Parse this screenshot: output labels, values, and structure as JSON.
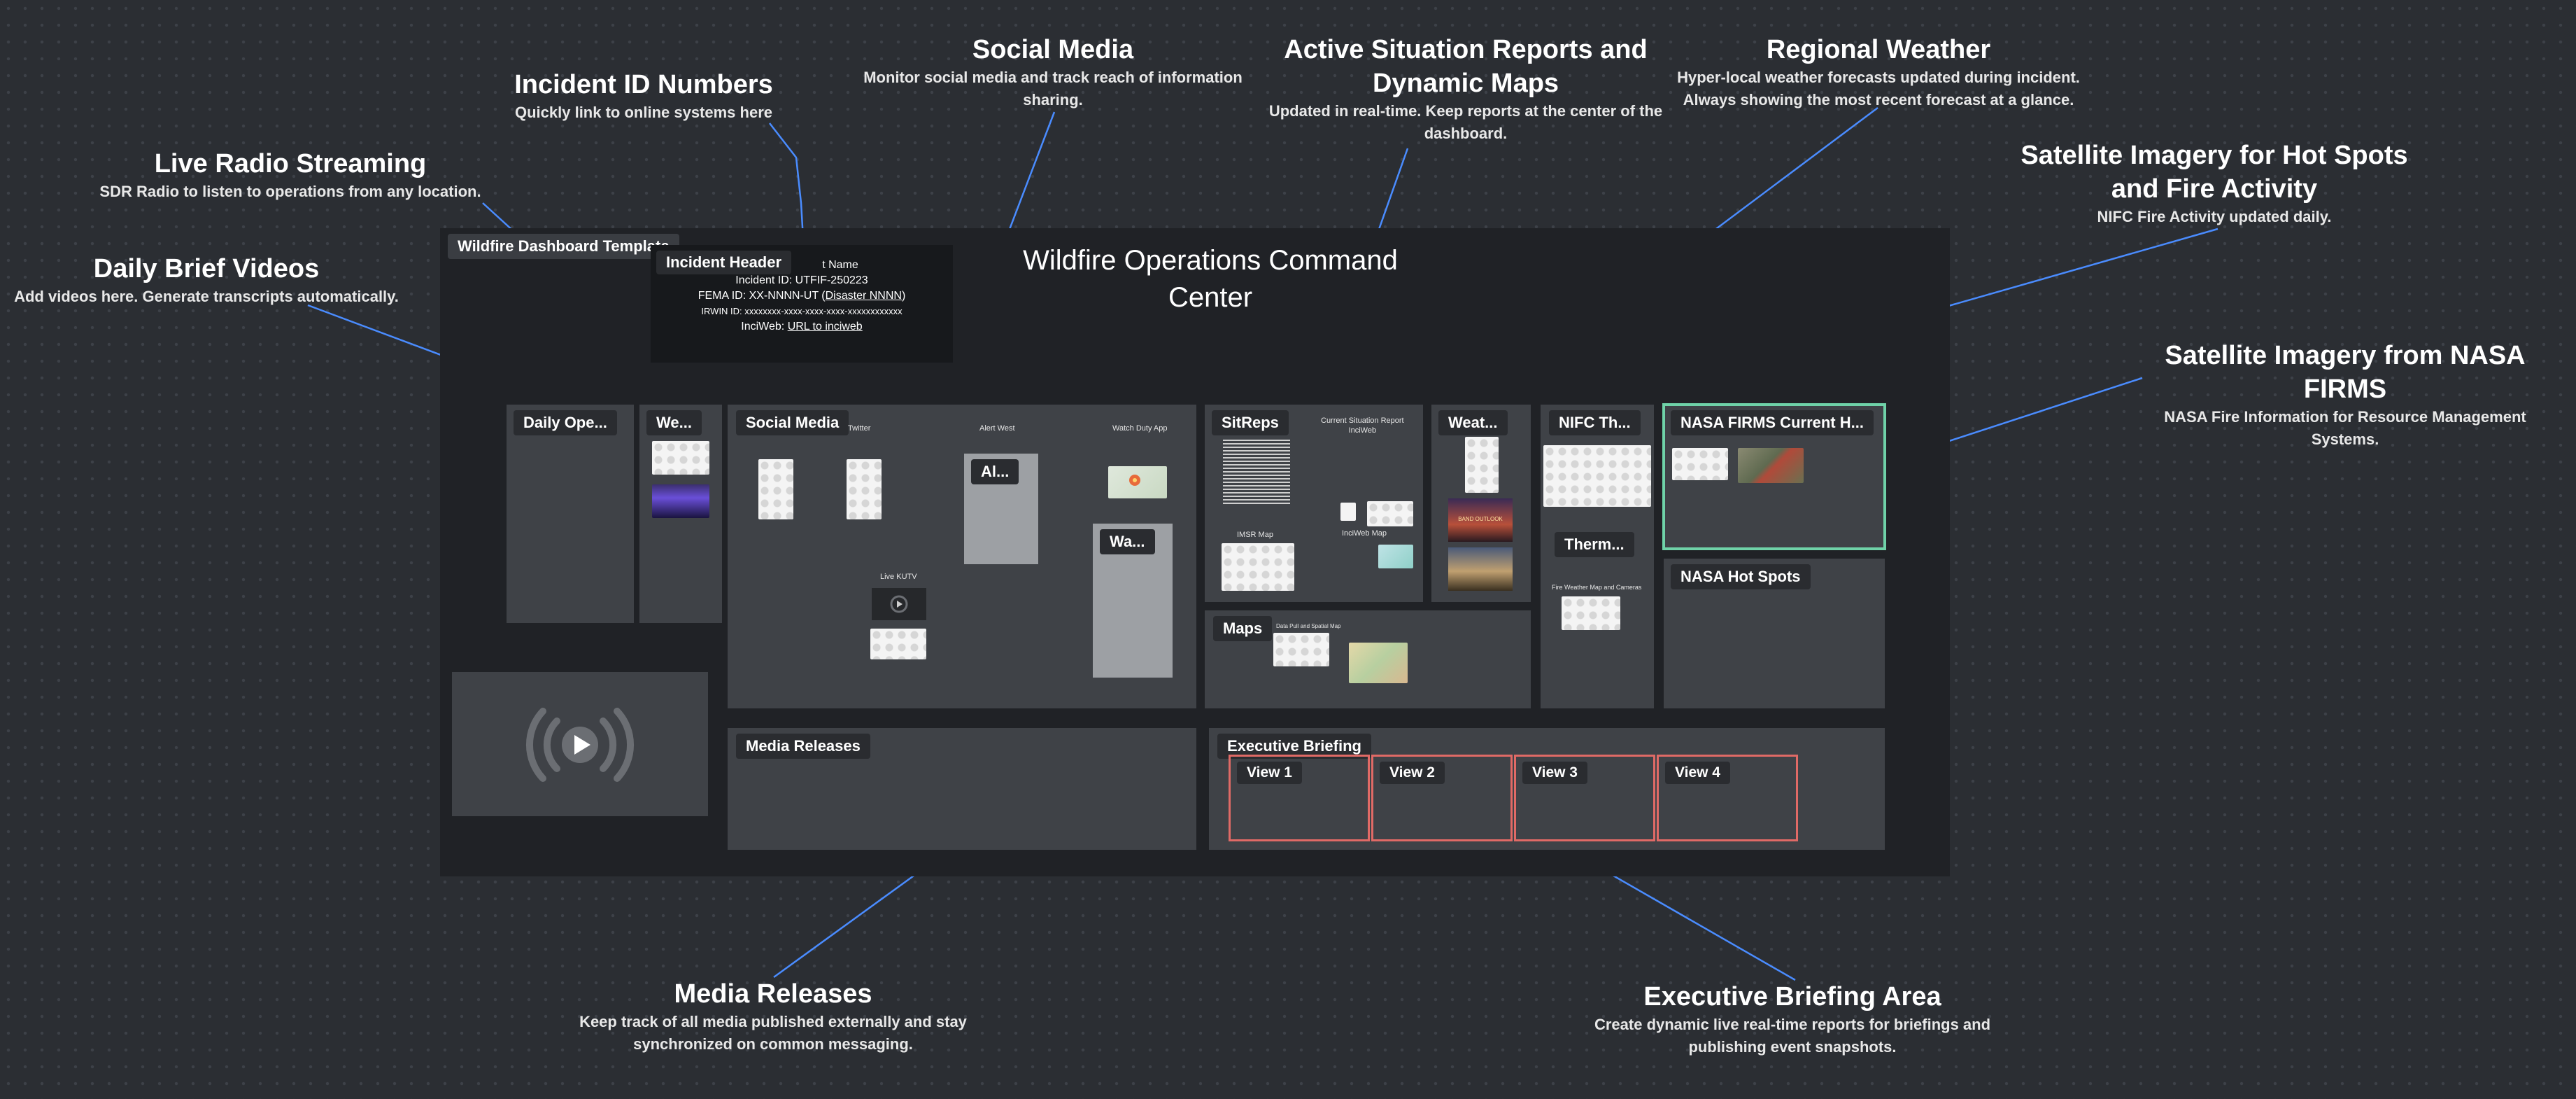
{
  "annotations": {
    "incident_id": {
      "title": "Incident ID Numbers",
      "desc": "Quickly link to online systems here"
    },
    "social_media": {
      "title": "Social Media",
      "desc": "Monitor social media and track reach of information sharing."
    },
    "sitreps": {
      "title": "Active Situation Reports and Dynamic Maps",
      "desc": "Updated in real-time. Keep reports at the center of the dashboard."
    },
    "weather": {
      "title": "Regional Weather",
      "desc": "Hyper-local weather forecasts updated during incident. Always showing the most recent forecast at a glance."
    },
    "satellite_hotspots": {
      "title": "Satellite Imagery for Hot Spots and Fire Activity",
      "desc": "NIFC Fire Activity updated daily."
    },
    "satellite_firms": {
      "title": "Satellite Imagery from NASA FIRMS",
      "desc": "NASA Fire  Information for Resource Management Systems."
    },
    "radio": {
      "title": "Live Radio Streaming",
      "desc": "SDR Radio to listen to operations from any location."
    },
    "daily_brief": {
      "title": "Daily Brief Videos",
      "desc": "Add videos here. Generate transcripts automatically."
    },
    "media_releases": {
      "title": "Media Releases",
      "desc": "Keep track of all media published externally and stay synchronized on common messaging."
    },
    "exec_briefing": {
      "title": "Executive Briefing Area",
      "desc": "Create dynamic live real-time reports for briefings and publishing event snapshots."
    }
  },
  "dashboard": {
    "template_tag": "Wildfire Dashboard Template",
    "title": "Wildfire Operations Command Center",
    "incident_header": {
      "tag": "Incident Header",
      "name_line": "t Name",
      "incident_id": "Incident ID: UTFIF-250223",
      "fema_prefix": "FEMA ID:  XX-NNNN-UT (",
      "fema_link": "Disaster NNNN",
      "fema_suffix": ")",
      "irwin": "IRWIN ID: xxxxxxxx-xxxx-xxxx-xxxx-xxxxxxxxxxxx",
      "inciweb_prefix": "InciWeb: ",
      "inciweb_link": "URL to inciweb"
    },
    "panels": {
      "daily_ops": "Daily Ope...",
      "we": "We...",
      "social_media": "Social Media",
      "twitter": "Twitter",
      "alert_west": "Alert West",
      "alert_tag": "Al...",
      "watch_duty": "Watch Duty App",
      "watch_tag": "Wa...",
      "live_kutv": "Live KUTV",
      "sitreps": "SitReps",
      "current_sitrep": "Current Situation Report",
      "inciweb": "InciWeb",
      "imsr_map": "IMSR Map",
      "inciweb_map": "InciWeb Map",
      "weather": "Weat...",
      "weather_img_text": "BAND OUTLOOK",
      "maps": "Maps",
      "maps_caption": "Data Pull and Spatial Map",
      "nifc": "NIFC Th...",
      "thermal": "Therm...",
      "fire_weather": "Fire Weather Map and Cameras",
      "nasa_current": "NASA FIRMS Current H...",
      "nasa_hotspots": "NASA Hot Spots",
      "media_releases": "Media Releases",
      "exec_briefing": "Executive Briefing",
      "views": [
        "View 1",
        "View 2",
        "View 3",
        "View 4"
      ]
    }
  },
  "colors": {
    "background": "#2b2e33",
    "frame": "#202226",
    "panel": "#3f4247",
    "connector": "#4a8cff",
    "view_border": "#e06a66",
    "nasa_border": "#6fd2a8"
  },
  "icons": [
    "radio-broadcast-icon",
    "play-icon",
    "fire-location-icon"
  ]
}
